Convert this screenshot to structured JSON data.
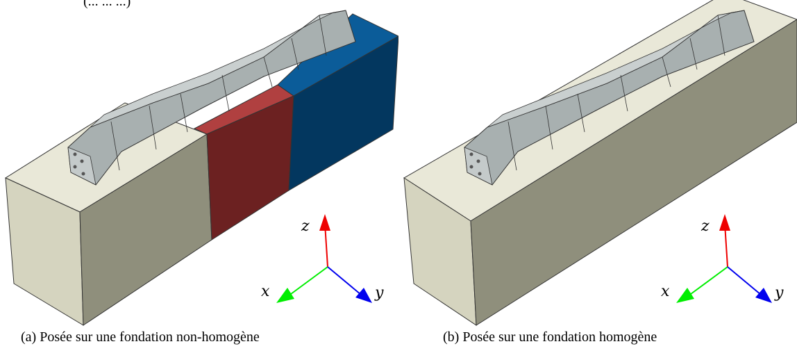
{
  "figure": {
    "header_fragment": "(... ... ...)",
    "panels": [
      {
        "id": "a",
        "caption": "(a) Posée sur une fondation non-homogène",
        "axes": {
          "x": "x",
          "y": "y",
          "z": "z"
        },
        "foundation_colors": {
          "left": "#d6d5c0",
          "middle": "#a33a3a",
          "right": "#0a5a94"
        }
      },
      {
        "id": "b",
        "caption": "(b) Posée sur une fondation homogène",
        "axes": {
          "x": "x",
          "y": "y",
          "z": "z"
        },
        "foundation_colors": {
          "single": "#d6d5c0"
        }
      }
    ],
    "axis_colors": {
      "x": "#00ee00",
      "y": "#0000ee",
      "z": "#ee0000"
    },
    "sleeper_color": "#a8b0b0"
  }
}
